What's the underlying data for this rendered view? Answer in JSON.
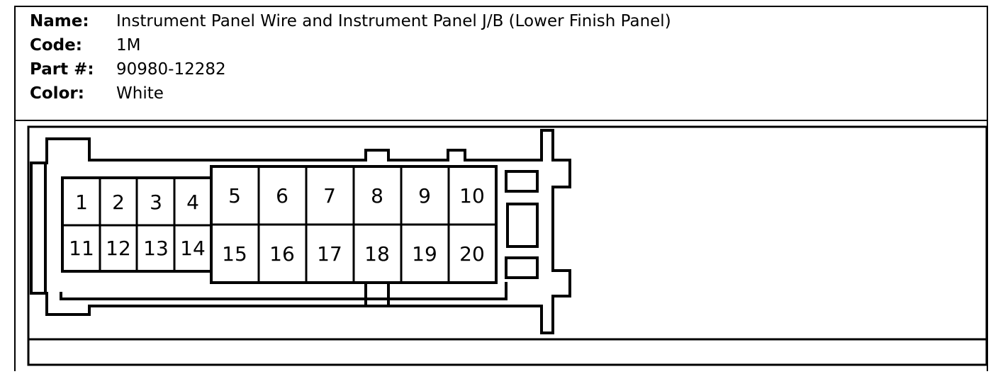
{
  "info": {
    "name_label": "Name:",
    "name_value": "Instrument Panel Wire and Instrument Panel J/B (Lower Finish Panel)",
    "code_label": "Code:",
    "code_value": "1M",
    "part_label": "Part #:",
    "part_value": "90980-12282",
    "color_label": "Color:",
    "color_value": "White"
  },
  "connector": {
    "pins_top_left": [
      "1",
      "2",
      "3",
      "4"
    ],
    "pins_bottom_left": [
      "11",
      "12",
      "13",
      "14"
    ],
    "pins_top_right": [
      "5",
      "6",
      "7",
      "8",
      "9",
      "10"
    ],
    "pins_bottom_right": [
      "15",
      "16",
      "17",
      "18",
      "19",
      "20"
    ]
  }
}
